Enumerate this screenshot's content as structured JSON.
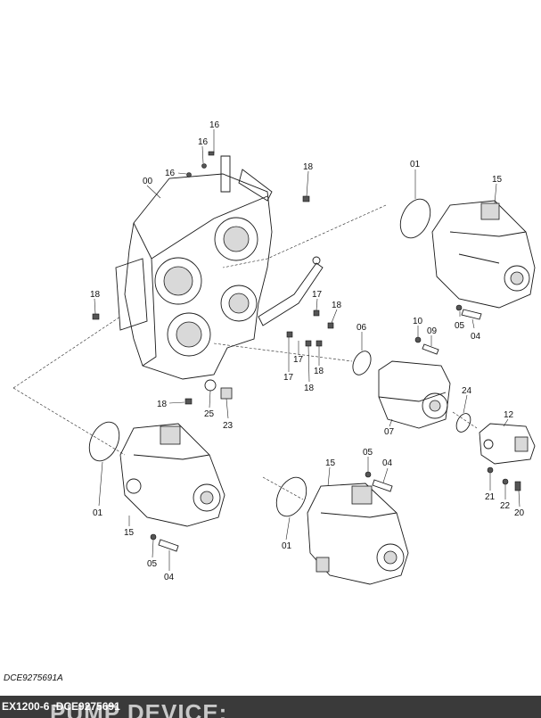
{
  "diagram": {
    "drawing_code": "DCE9275691A",
    "footer": {
      "label": "EX1200-6 :DCE9275691",
      "ghost_heading": "PUMP DEVICE:"
    },
    "callouts": [
      {
        "id": "c-16a",
        "text": "16"
      },
      {
        "id": "c-16b",
        "text": "16"
      },
      {
        "id": "c-16c",
        "text": "16"
      },
      {
        "id": "c-00",
        "text": "00"
      },
      {
        "id": "c-18a",
        "text": "18"
      },
      {
        "id": "c-01a",
        "text": "01"
      },
      {
        "id": "c-15a",
        "text": "15"
      },
      {
        "id": "c-18b",
        "text": "18"
      },
      {
        "id": "c-17a",
        "text": "17"
      },
      {
        "id": "c-18c",
        "text": "18"
      },
      {
        "id": "c-05a",
        "text": "05"
      },
      {
        "id": "c-04a",
        "text": "04"
      },
      {
        "id": "c-10",
        "text": "10"
      },
      {
        "id": "c-09",
        "text": "09"
      },
      {
        "id": "c-06",
        "text": "06"
      },
      {
        "id": "c-17b",
        "text": "17"
      },
      {
        "id": "c-17c",
        "text": "17"
      },
      {
        "id": "c-18d",
        "text": "18"
      },
      {
        "id": "c-18e",
        "text": "18"
      },
      {
        "id": "c-24",
        "text": "24"
      },
      {
        "id": "c-12",
        "text": "12"
      },
      {
        "id": "c-07",
        "text": "07"
      },
      {
        "id": "c-18f",
        "text": "18"
      },
      {
        "id": "c-25",
        "text": "25"
      },
      {
        "id": "c-23",
        "text": "23"
      },
      {
        "id": "c-05b",
        "text": "05"
      },
      {
        "id": "c-04b",
        "text": "04"
      },
      {
        "id": "c-15b",
        "text": "15"
      },
      {
        "id": "c-21",
        "text": "21"
      },
      {
        "id": "c-22",
        "text": "22"
      },
      {
        "id": "c-20",
        "text": "20"
      },
      {
        "id": "c-01b",
        "text": "01"
      },
      {
        "id": "c-15c",
        "text": "15"
      },
      {
        "id": "c-01c",
        "text": "01"
      },
      {
        "id": "c-05c",
        "text": "05"
      },
      {
        "id": "c-04c",
        "text": "04"
      }
    ]
  }
}
